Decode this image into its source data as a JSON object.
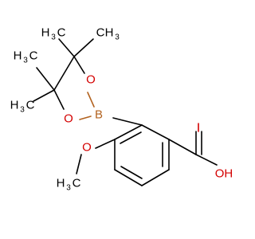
{
  "colors": {
    "bond": "#000000",
    "oxygen": "#d40000",
    "boron": "#b2621f",
    "carbon_label": "#000000"
  },
  "atoms": {
    "boron": "B",
    "oxygen": "O",
    "hydroxyl": "OH",
    "methyl_c": "C",
    "methyl_h": "H",
    "methyl_sub": "3"
  }
}
